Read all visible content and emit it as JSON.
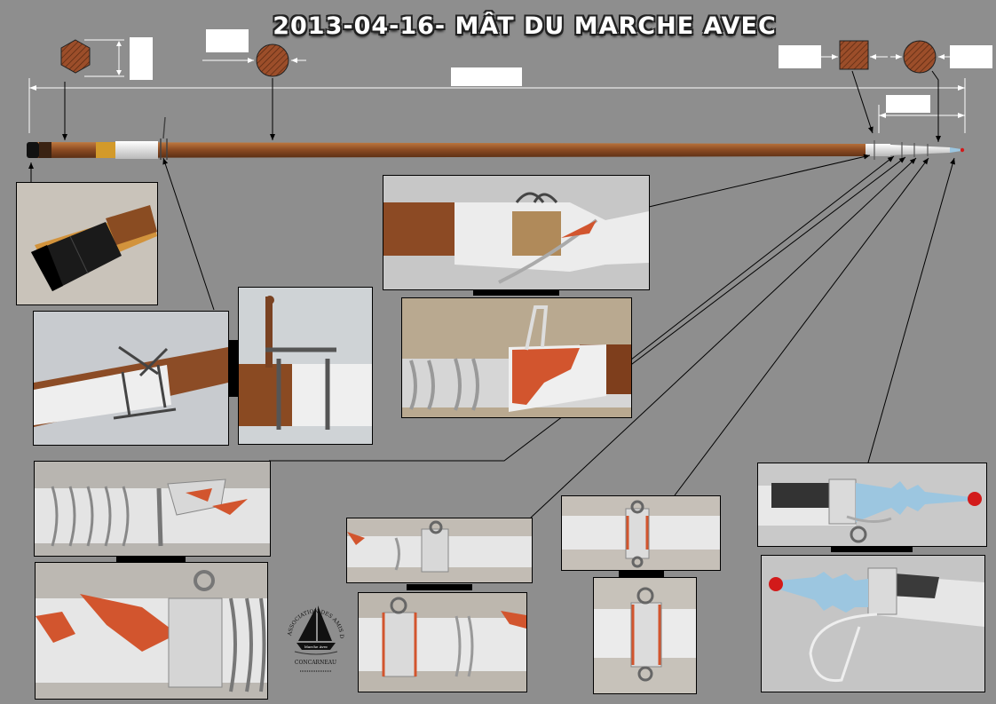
{
  "title": "2013-04-16- MÂT DU MARCHE AVEC",
  "colors": {
    "background": "#8e8e8e",
    "wood": "#9a5a2c",
    "paint": "#e8e8e6",
    "lead": "#d2552e",
    "tip_blue": "#9cc6e0",
    "tip_red": "#d21a1a"
  },
  "logo": {
    "ring_text": "ASSOCIATION DES AMIS DU MARCHE AVEC",
    "bottom_text": "CONCARNEAU",
    "boat_name": "Marche Avec",
    "icon": "sailboat-icon"
  },
  "sections": {
    "hexagon": "hexagon-section-icon",
    "round": "round-section-icon",
    "square": "square-section-icon"
  }
}
